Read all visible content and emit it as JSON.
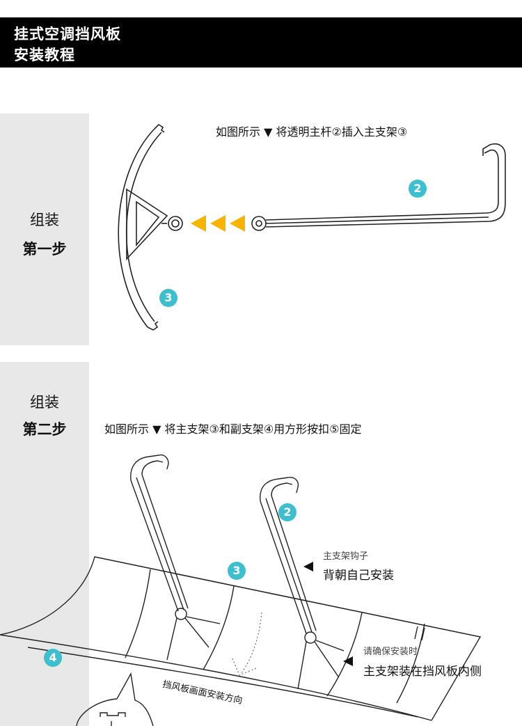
{
  "header": {
    "line1": "挂式空调挡风板",
    "line2": "安装教程"
  },
  "step1": {
    "label_line1": "组装",
    "label_line2": "第一步",
    "instruction": "如图所示 ▼ 将透明主杆②插入主支架③",
    "badge_main_rod": "2",
    "badge_main_bracket": "3"
  },
  "step2": {
    "label_line1": "组装",
    "label_line2": "第二步",
    "instruction": "如图所示 ▼ 将主支架③和副支架④用方形按扣⑤固定",
    "badge_rod": "2",
    "badge_bracket": "3",
    "badge_sub_bracket": "4",
    "note1_small": "主支架钩子",
    "note1_big": "背朝自己安装",
    "note2_small": "请确保安装时",
    "note2_big": "主支架装在挡风板内侧",
    "direction_text": "挡风板画面安装方向"
  },
  "colors": {
    "accent_teal": "#3dbfcf",
    "arrow_yellow": "#f7b500",
    "panel_gray": "#e8e8e8"
  }
}
